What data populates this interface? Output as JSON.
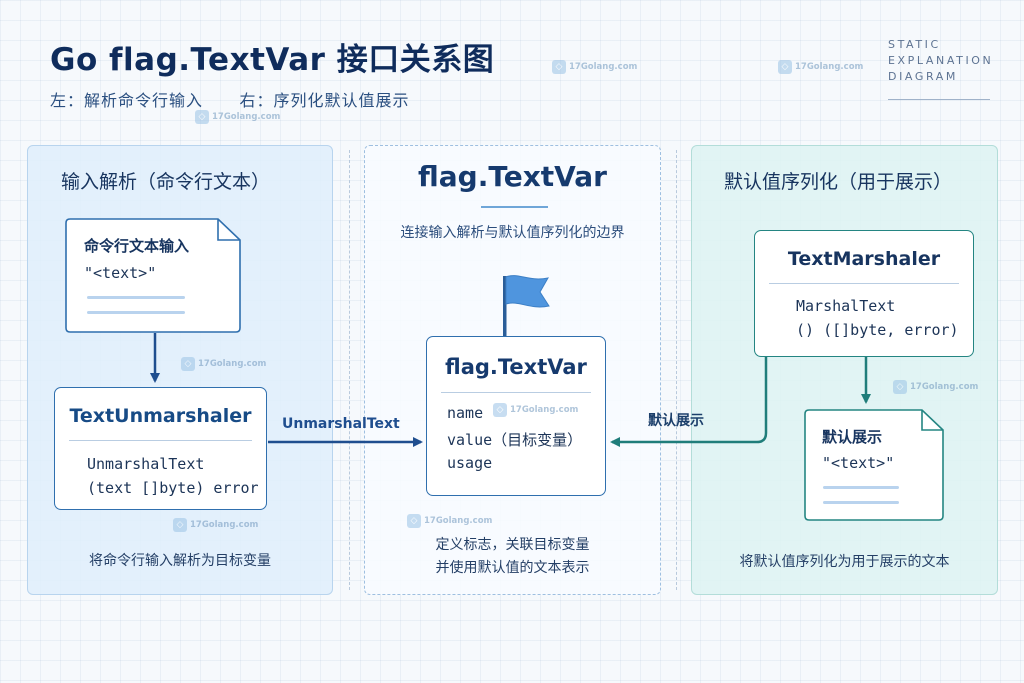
{
  "header": {
    "title": "Go  flag.TextVar 接口关系图",
    "subtitle": "左：解析命令行输入      右：序列化默认值展示",
    "tag_lines": [
      "STATIC",
      "EXPLANATION",
      "DIAGRAM"
    ]
  },
  "watermark": {
    "text": "17Golang.com"
  },
  "left_panel": {
    "title": "输入解析（命令行文本）",
    "doc": {
      "title": "命令行文本输入",
      "text": "\"<text>\""
    },
    "box": {
      "title": "TextUnmarshaler",
      "lines": [
        "UnmarshalText",
        "(text []byte) error"
      ]
    },
    "caption": "将命令行输入解析为目标变量"
  },
  "center_panel": {
    "title": "flag.TextVar",
    "subtitle": "连接输入解析与默认值序列化的边界",
    "box": {
      "title": "flag.TextVar",
      "lines": [
        "name",
        "value（目标变量）",
        "usage"
      ]
    },
    "caption": [
      "定义标志，关联目标变量",
      "并使用默认值的文本表示"
    ]
  },
  "right_panel": {
    "title": "默认值序列化（用于展示）",
    "box": {
      "title": "TextMarshaler",
      "lines": [
        "MarshalText",
        "() ([]byte, error)"
      ]
    },
    "doc": {
      "title": "默认展示",
      "text": "\"<text>\""
    },
    "caption": "将默认值序列化为用于展示的文本"
  },
  "arrows": {
    "left_label": "UnmarshalText",
    "right_label": "默认展示"
  },
  "colors": {
    "navy": "#16335f",
    "blue_arrow": "#1f4e8f",
    "teal_arrow": "#1f7d7a",
    "flag": "#4f95de"
  }
}
